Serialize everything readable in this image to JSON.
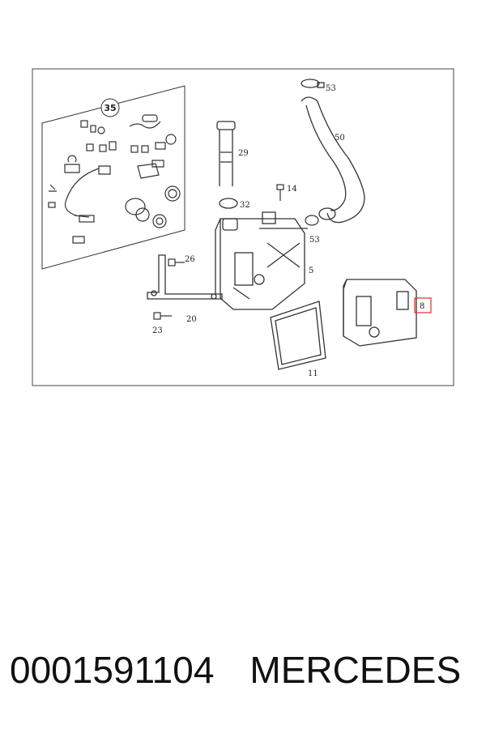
{
  "diagram": {
    "callouts": {
      "kit": "35",
      "c53_top": "53",
      "c50": "50",
      "c29": "29",
      "c14": "14",
      "c32": "32",
      "c53_mid": "53",
      "c26": "26",
      "c5": "5",
      "c20": "20",
      "c23": "23",
      "c11": "11",
      "c8": "8"
    },
    "highlight_color": "#e03030"
  },
  "footer": {
    "part_number": "0001591104",
    "brand": "MERCEDES"
  }
}
